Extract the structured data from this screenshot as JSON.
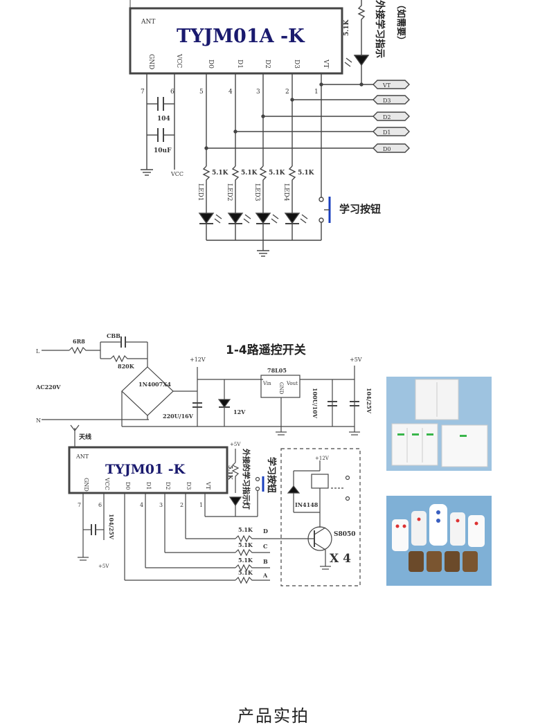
{
  "diagram1": {
    "chip_name": "TYJM01A -K",
    "ant": "ANT",
    "pins": [
      "GND",
      "VCC",
      "D0",
      "D1",
      "D2",
      "D3",
      "VT"
    ],
    "pin_numbers": [
      "7",
      "6",
      "5",
      "4",
      "3",
      "2",
      "1"
    ],
    "cap1": "104",
    "cap2": "10uF",
    "vcc": "VCC",
    "resistor": "5.1K",
    "resistor_top": "5.1K",
    "leds": [
      "LED1",
      "LED2",
      "LED3",
      "LED4"
    ],
    "indicator_text": "外接学习指示",
    "indicator_note": "（如需要）",
    "learn_button": "学习按钮",
    "outputs": [
      "VT",
      "D3",
      "D2",
      "D1",
      "D0"
    ]
  },
  "diagram2": {
    "title": "1-4路遥控开关",
    "chip_name": "TYJM01  -K",
    "ant": "ANT",
    "antenna": "天线",
    "pins": [
      "GND",
      "VCC",
      "D0",
      "D1",
      "D2",
      "D3",
      "VT"
    ],
    "pin_numbers": [
      "7",
      "6",
      "4",
      "3",
      "2",
      "1"
    ],
    "r_6r8": "6R8",
    "c_cbb": "CBB",
    "r_820k": "820K",
    "line_l": "L",
    "line_n": "N",
    "ac": "AC220V",
    "bridge": "1N4007X4",
    "plus12v": "+12V",
    "plus5v": "+5V",
    "cap_220u": "220U/16V",
    "zener": "12V",
    "regulator": "78L05",
    "reg_vin": "Vin",
    "reg_gnd": "GND",
    "reg_vout": "Vout",
    "cap_100u": "100U/10V",
    "cap_104": "104/25V",
    "cap_104b": "104/25V",
    "r_5k1": "5.1K",
    "indicator_text": "外接的学习指示灯",
    "learn_button": "学习按钮",
    "diode": "IN4148",
    "transistor": "S8050",
    "times": "X 4",
    "channels": [
      "D",
      "C",
      "B",
      "A"
    ],
    "minus5v": "+5V"
  },
  "caption": "产品实拍"
}
